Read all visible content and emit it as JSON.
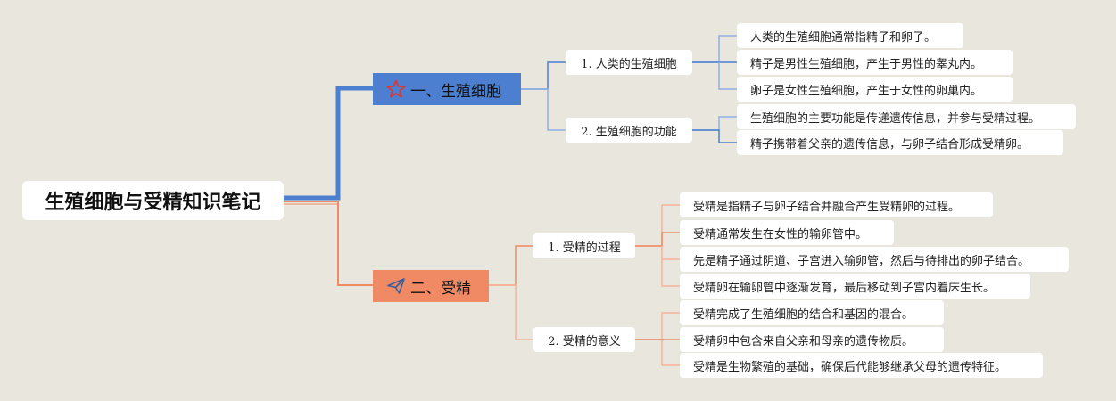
{
  "root": {
    "title": "生殖细胞与受精知识笔记"
  },
  "colors": {
    "blue": "#4c7fd0",
    "orange": "#f08a64",
    "background": "#e9e6dd"
  },
  "branches": [
    {
      "label": "一、生殖细胞",
      "icon": "star-icon",
      "subs": [
        {
          "label": "1. 人类的生殖细胞",
          "leaves": [
            "人类的生殖细胞通常指精子和卵子。",
            "精子是男性生殖细胞，产生于男性的睾丸内。",
            "卵子是女性生殖细胞，产生于女性的卵巢内。"
          ]
        },
        {
          "label": "2. 生殖细胞的功能",
          "leaves": [
            "生殖细胞的主要功能是传递遗传信息，并参与受精过程。",
            "精子携带着父亲的遗传信息，与卵子结合形成受精卵。"
          ]
        }
      ]
    },
    {
      "label": "二、受精",
      "icon": "paper-plane-icon",
      "subs": [
        {
          "label": "1. 受精的过程",
          "leaves": [
            "受精是指精子与卵子结合并融合产生受精卵的过程。",
            "受精通常发生在女性的输卵管中。",
            "先是精子通过阴道、子宫进入输卵管，然后与待排出的卵子结合。",
            "受精卵在输卵管中逐渐发育，最后移动到子宫内着床生长。"
          ]
        },
        {
          "label": "2. 受精的意义",
          "leaves": [
            "受精完成了生殖细胞的结合和基因的混合。",
            "受精卵中包含来自父亲和母亲的遗传物质。",
            "受精是生物繁殖的基础，确保后代能够继承父母的遗传特征。"
          ]
        }
      ]
    }
  ]
}
